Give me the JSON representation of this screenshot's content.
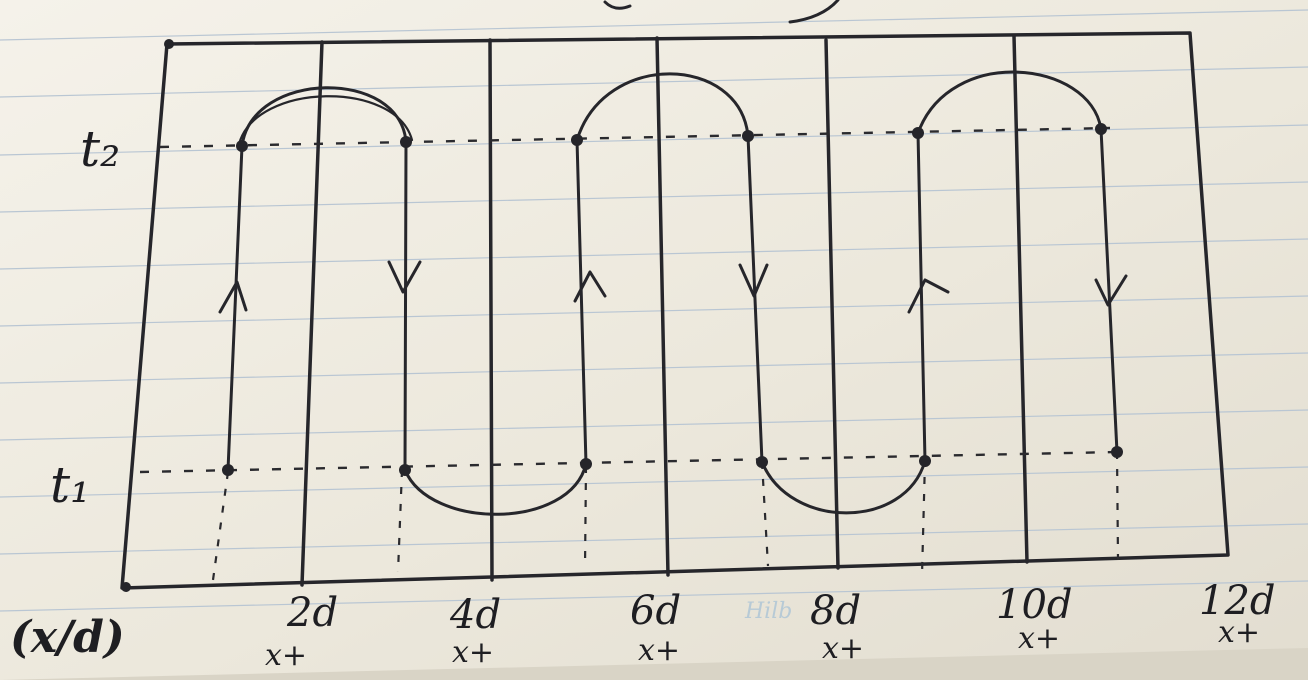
{
  "diagram": {
    "time_labels": {
      "upper": "t₂",
      "lower": "t₁"
    },
    "axis_tick_labels": [
      "2d",
      "4d",
      "6d",
      "8d",
      "10d",
      "12d"
    ],
    "axis_sub_label": "x+",
    "origin_label": "(x/d)",
    "faint_mark": "Hilb"
  }
}
